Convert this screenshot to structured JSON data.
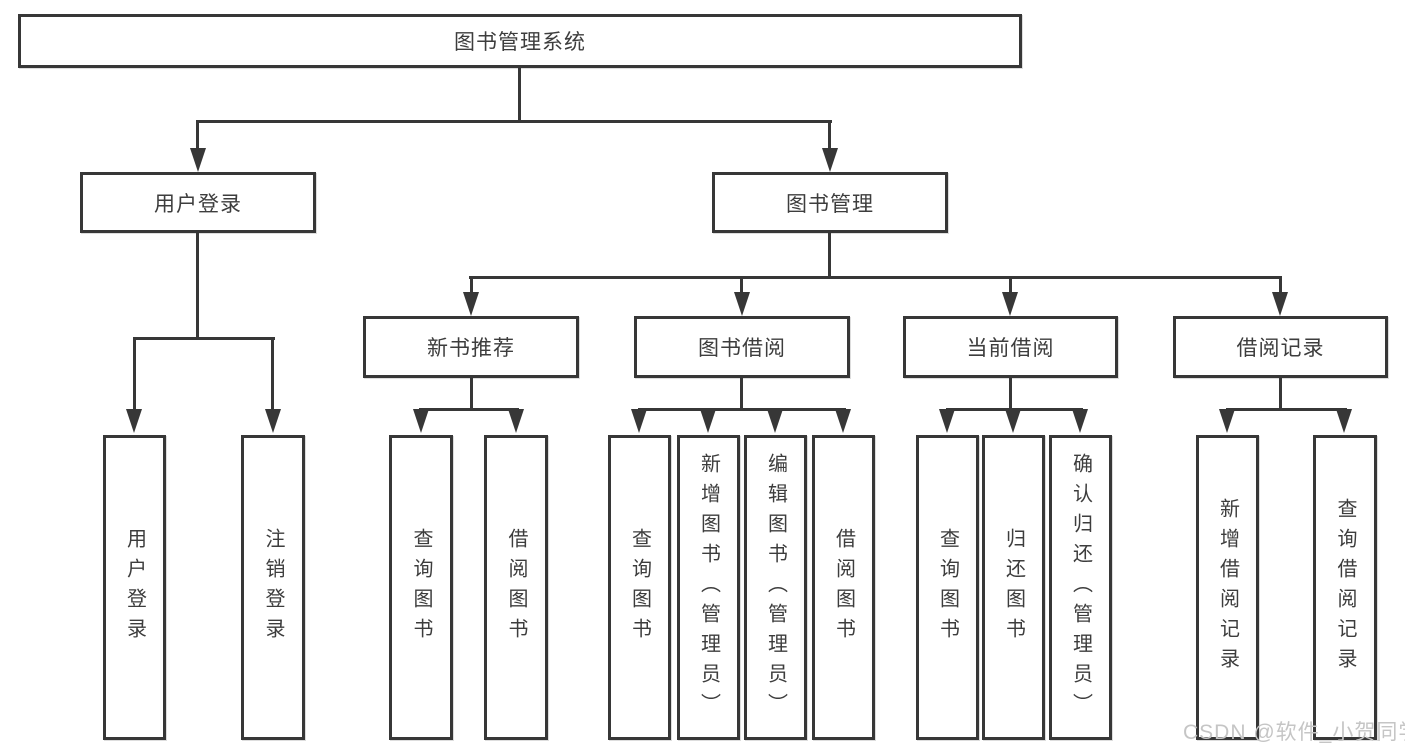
{
  "diagram": {
    "root": {
      "label": "图书管理系统"
    },
    "level2": [
      {
        "label": "用户登录"
      },
      {
        "label": "图书管理"
      }
    ],
    "level3": [
      {
        "label": "新书推荐",
        "parent": "图书管理"
      },
      {
        "label": "图书借阅",
        "parent": "图书管理"
      },
      {
        "label": "当前借阅",
        "parent": "图书管理"
      },
      {
        "label": "借阅记录",
        "parent": "图书管理"
      }
    ],
    "leaves": [
      {
        "label": "用户登录",
        "parent": "用户登录"
      },
      {
        "label": "注销登录",
        "parent": "用户登录"
      },
      {
        "label": "查询图书",
        "parent": "新书推荐"
      },
      {
        "label": "借阅图书",
        "parent": "新书推荐"
      },
      {
        "label": "查询图书",
        "parent": "图书借阅"
      },
      {
        "label": "新增图书（管理员）",
        "parent": "图书借阅"
      },
      {
        "label": "编辑图书（管理员）",
        "parent": "图书借阅"
      },
      {
        "label": "借阅图书",
        "parent": "图书借阅"
      },
      {
        "label": "查询图书",
        "parent": "当前借阅"
      },
      {
        "label": "归还图书",
        "parent": "当前借阅"
      },
      {
        "label": "确认归还（管理员）",
        "parent": "当前借阅"
      },
      {
        "label": "新增借阅记录",
        "parent": "借阅记录"
      },
      {
        "label": "查询借阅记录",
        "parent": "借阅记录"
      }
    ],
    "watermark": {
      "text": "CSDN @软件_小贺同学"
    },
    "colors": {
      "line": "#373737",
      "text": "#3d3d3d",
      "watermark": "#c5c5c5",
      "background": "#ffffff"
    }
  }
}
